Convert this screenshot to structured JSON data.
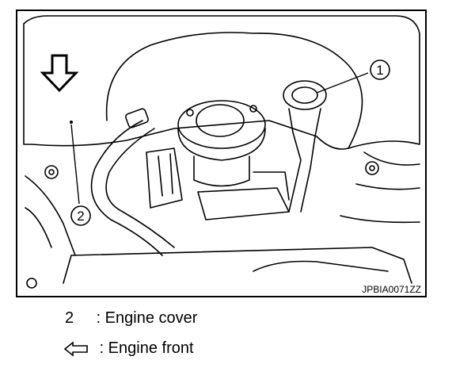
{
  "figure": {
    "image_code": "JPBIA0071ZZ",
    "callouts": [
      "1",
      "2"
    ]
  },
  "legend": [
    {
      "key": "2",
      "label": ": Engine cover",
      "icon": ""
    },
    {
      "key": "",
      "label": ": Engine front",
      "icon": "outline-left-arrow-icon"
    }
  ],
  "colors": {
    "line": "#000000",
    "background": "#ffffff"
  }
}
